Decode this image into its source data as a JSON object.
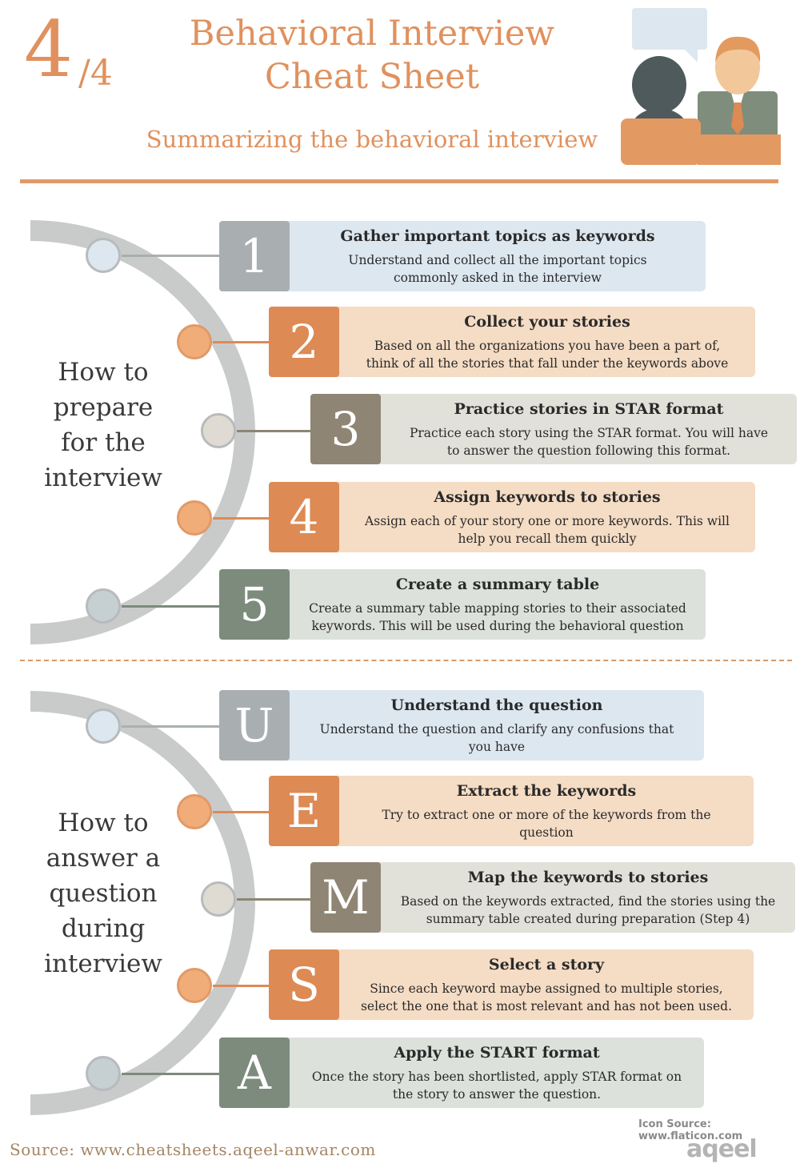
{
  "header": {
    "number": "4",
    "denominator": "/4",
    "title_line1": "Behavioral Interview",
    "title_line2": "Cheat Sheet",
    "subtitle": "Summarizing the behavioral interview"
  },
  "sections": {
    "prepare": {
      "label_lines": [
        "How to",
        "prepare",
        "for the",
        "interview"
      ],
      "steps": [
        {
          "letter": "1",
          "title": "Gather important topics as keywords",
          "line1": "Understand and collect all the important topics",
          "line2": "commonly asked in the interview"
        },
        {
          "letter": "2",
          "title": "Collect your stories",
          "line1": "Based on all the organizations you have been a part of,",
          "line2": "think of all the stories that fall under the keywords above"
        },
        {
          "letter": "3",
          "title": "Practice stories in STAR format",
          "line1": "Practice each story using the STAR format. You will have",
          "line2": "to answer the question following this format."
        },
        {
          "letter": "4",
          "title": "Assign keywords to stories",
          "line1": "Assign each of your story one or more keywords. This will",
          "line2": "help you recall them quickly"
        },
        {
          "letter": "5",
          "title": "Create a summary table",
          "line1": "Create a summary table mapping stories to their associated",
          "line2": "keywords. This will be used during the behavioral question"
        }
      ]
    },
    "answer": {
      "label_lines": [
        "How to",
        "answer a",
        "question",
        "during",
        "interview"
      ],
      "steps": [
        {
          "letter": "U",
          "title": "Understand the question",
          "line1": "Understand the question and clarify any confusions that",
          "line2": "you have"
        },
        {
          "letter": "E",
          "title": "Extract the keywords",
          "line1": "Try to extract one or more of the keywords from the",
          "line2": "question"
        },
        {
          "letter": "M",
          "title": "Map the keywords to stories",
          "line1": "Based on the keywords extracted, find the stories using the",
          "line2": "summary table created during preparation (Step 4)"
        },
        {
          "letter": "S",
          "title": "Select a story",
          "line1": "Since each keyword maybe assigned to multiple stories,",
          "line2": "select the one that is most relevant and has not been used."
        },
        {
          "letter": "A",
          "title": "Apply the START format",
          "line1": "Once the story has been shortlisted, apply STAR format on",
          "line2": "the story to answer the question."
        }
      ]
    }
  },
  "footer": {
    "icon_source": "Icon Source: www.flaticon.com",
    "source": "Source: www.cheatsheets.aqeel-anwar.com",
    "logo": "aqeel"
  },
  "colors": {
    "accent": "#e0915e",
    "blue": "#dde7f0",
    "orange": "#f5dcc4",
    "taupe": "#e2e1d9",
    "green": "#dce1dc"
  }
}
